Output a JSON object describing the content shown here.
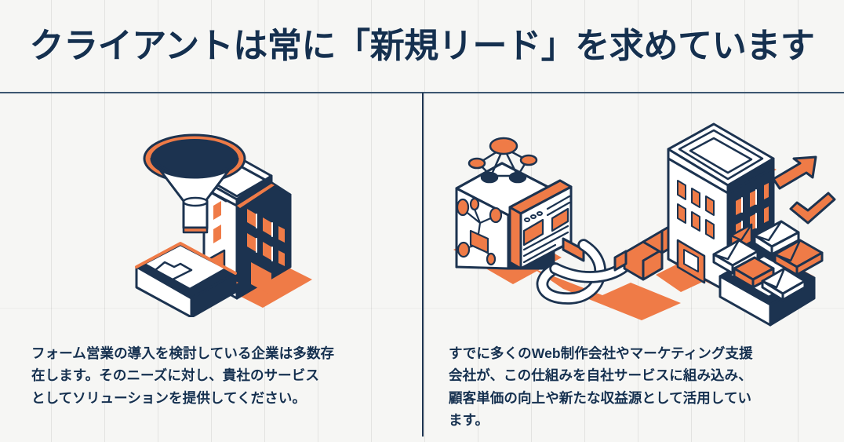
{
  "slide": {
    "title": "クライアントは常に「新規リード」を求めています",
    "background_color": "#f6f6f4",
    "navy_color": "#15304f",
    "orange_color": "#ef7b47",
    "divider_color": "#1c3350"
  },
  "columns": [
    {
      "id": "left",
      "illustration_name": "funnel-building-tray-illustration",
      "body": "フォーム営業の導入を検討している企業は多数存\n在します。そのニーズに対し、貴社のサービス\nとしてソリューションを提供してください。"
    },
    {
      "id": "right",
      "illustration_name": "network-cube-cable-building-mail-illustration",
      "body": "すでに多くのWeb制作会社やマーケティング支援\n会社が、この仕組みを自社サービスに組み込み、\n顧客単価の向上や新たな収益源として活用してい\nます。"
    }
  ]
}
